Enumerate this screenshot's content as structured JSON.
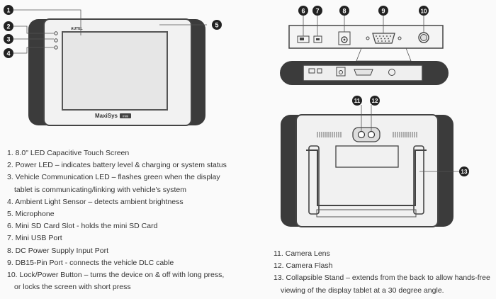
{
  "callouts": [
    "1",
    "2",
    "3",
    "4",
    "5",
    "6",
    "7",
    "8",
    "9",
    "10",
    "11",
    "12",
    "13"
  ],
  "brand": "AUTEL",
  "model": "MaxiSys",
  "badge": "mini",
  "features_left": [
    {
      "text": "1. 8.0\" LED Capacitive Touch Screen"
    },
    {
      "text": "2. Power LED – indicates battery level & charging or system status"
    },
    {
      "text": "3. Vehicle Communication LED – flashes green when the display",
      "cont": "tablet is communicating/linking with vehicle's system"
    },
    {
      "text": "4. Ambient Light Sensor – detects ambient brightness"
    },
    {
      "text": "5. Microphone"
    },
    {
      "text": "6. Mini SD Card Slot - holds the mini SD Card"
    },
    {
      "text": "7. Mini USB Port"
    },
    {
      "text": "8. DC Power Supply Input Port"
    },
    {
      "text": "9. DB15-Pin Port - connects the vehicle DLC cable"
    },
    {
      "text": "10. Lock/Power Button – turns the device on & off with long press,",
      "cont": "or locks the screen with short press"
    }
  ],
  "features_right": [
    {
      "text": "11. Camera Lens"
    },
    {
      "text": "12. Camera Flash"
    },
    {
      "text": "13. Collapsible Stand – extends from the back to allow hands-free",
      "cont": "viewing of the display tablet at a 30 degree angle."
    }
  ]
}
